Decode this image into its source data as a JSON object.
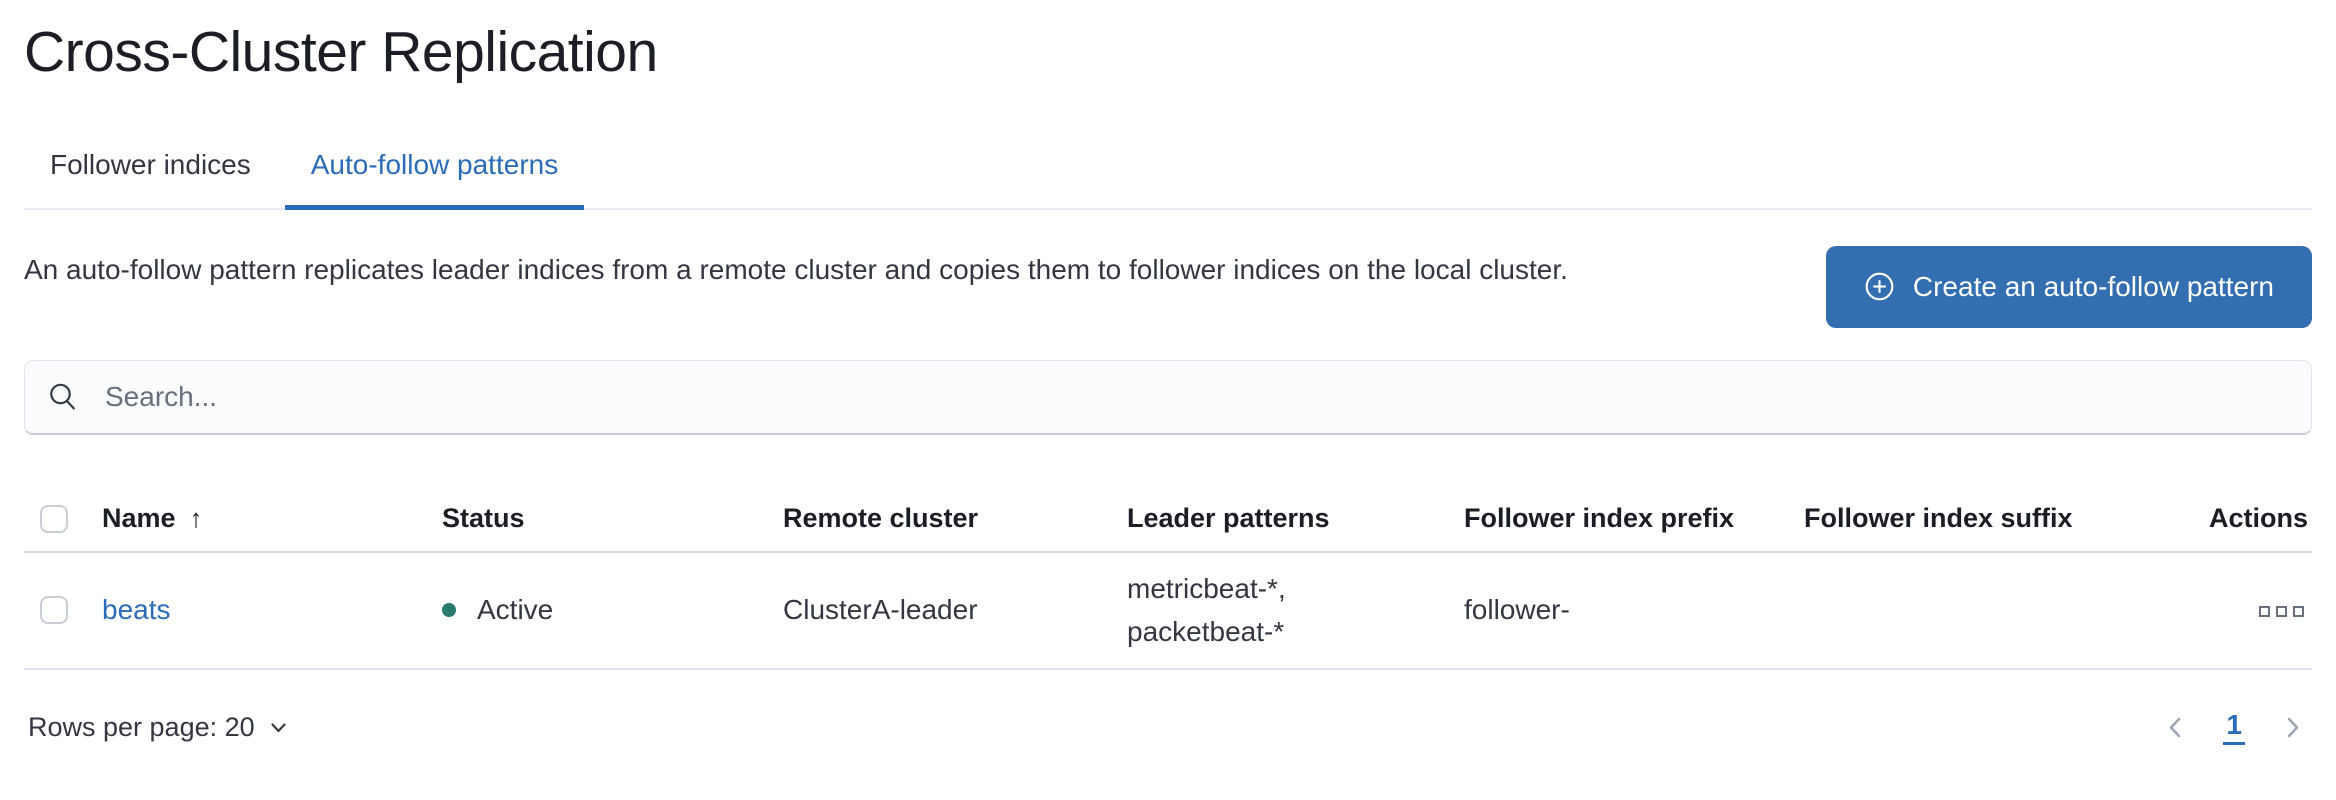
{
  "page": {
    "title": "Cross-Cluster Replication"
  },
  "tabs": {
    "items": [
      {
        "label": "Follower indices",
        "active": false
      },
      {
        "label": "Auto-follow patterns",
        "active": true
      }
    ]
  },
  "intro": {
    "description": "An auto-follow pattern replicates leader indices from a remote cluster and copies them to follower indices on the local cluster.",
    "create_button_label": "Create an auto-follow pattern"
  },
  "search": {
    "placeholder": "Search...",
    "value": ""
  },
  "table": {
    "columns": {
      "name": "Name",
      "status": "Status",
      "remote_cluster": "Remote cluster",
      "leader_patterns": "Leader patterns",
      "follower_index_prefix": "Follower index prefix",
      "follower_index_suffix": "Follower index suffix",
      "actions": "Actions"
    },
    "sort": {
      "column": "Name",
      "direction": "ascending"
    },
    "rows": [
      {
        "name": "beats",
        "status": "Active",
        "remote_cluster": "ClusterA-leader",
        "leader_patterns_line1": "metricbeat-*,",
        "leader_patterns_line2": "packetbeat-*",
        "follower_index_prefix": "follower-",
        "follower_index_suffix": ""
      }
    ]
  },
  "footer": {
    "rows_per_page_label": "Rows per page: 20",
    "current_page": "1"
  },
  "icons": {
    "sort_ascending": "↑",
    "plus_in_circle": "plus-in-circle-icon",
    "search": "search-icon",
    "boxes_horizontal": "boxes-horizontal-icon",
    "chevron_down": "chevron-down-icon",
    "chevron_left": "chevron-left-icon",
    "chevron_right": "chevron-right-icon"
  },
  "colors": {
    "link_blue": "#2b6cb8",
    "button_blue": "#336fb0",
    "status_active_green": "#2a7b6f",
    "icon_gray": "#69707d",
    "text_dark": "#1b1e24",
    "text_body": "#343741"
  }
}
